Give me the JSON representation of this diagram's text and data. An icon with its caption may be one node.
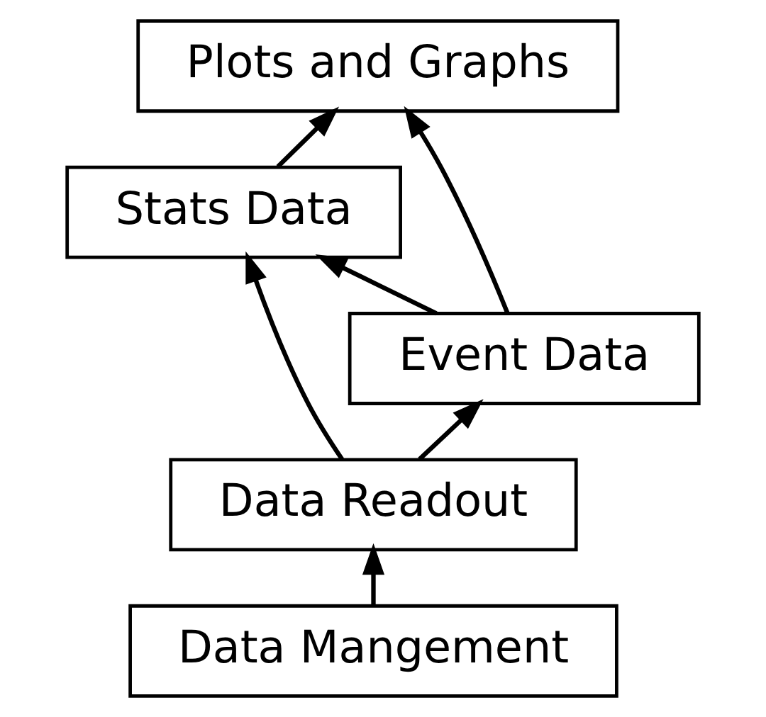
{
  "diagram": {
    "nodes": [
      {
        "text": [
          "Plots and Graphs"
        ]
      },
      {
        "text": [
          "Stats Data"
        ]
      },
      {
        "text": [
          "Event Data"
        ]
      },
      {
        "text": [
          "Data Readout"
        ]
      },
      {
        "text": [
          "Data Mangement"
        ]
      }
    ],
    "edges": [
      {
        "from": 4,
        "to": 3,
        "arrow": "to"
      },
      {
        "from": 3,
        "to": 1,
        "arrow": "to"
      },
      {
        "from": 3,
        "to": 2,
        "arrow": "to"
      },
      {
        "from": 2,
        "to": 1,
        "arrow": "to"
      },
      {
        "from": 2,
        "to": 0,
        "arrow": "to"
      },
      {
        "from": 1,
        "to": 0,
        "arrow": "to"
      }
    ]
  }
}
